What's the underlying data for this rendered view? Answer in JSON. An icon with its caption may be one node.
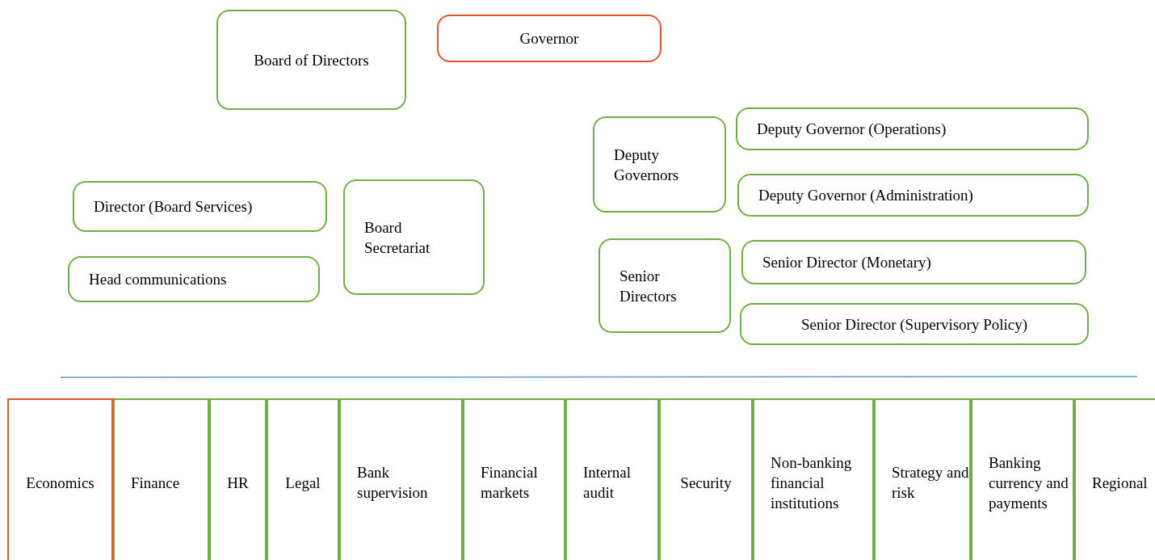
{
  "diagram": {
    "nodes": [
      {
        "text": [
          "Board of Directors"
        ]
      },
      {
        "text": [
          "Governor"
        ]
      },
      {
        "text": [
          "Deputy Governors"
        ]
      },
      {
        "text": [
          "Deputy Governor (Operations)"
        ]
      },
      {
        "text": [
          "Director (Board Services)"
        ]
      },
      {
        "text": [
          "Board Secretariat"
        ]
      },
      {
        "text": [
          "Deputy Governor (Administration)"
        ]
      },
      {
        "text": [
          "Head communications"
        ]
      },
      {
        "text": [
          "Senior Directors"
        ]
      },
      {
        "text": [
          "Senior Director (Monetary)"
        ]
      },
      {
        "text": [
          "Senior Director (Supervisory Policy)"
        ]
      },
      {
        "text": [
          "Economics"
        ]
      },
      {
        "text": [
          "Finance"
        ]
      },
      {
        "text": [
          "HR"
        ]
      },
      {
        "text": [
          "Legal"
        ]
      },
      {
        "text": [
          "Bank supervision"
        ]
      },
      {
        "text": [
          "Financial markets"
        ]
      },
      {
        "text": [
          "Internal audit"
        ]
      },
      {
        "text": [
          "Security"
        ]
      },
      {
        "text": [
          "Non-banking financial institutions"
        ]
      },
      {
        "text": [
          "Strategy and risk"
        ]
      },
      {
        "text": [
          "Banking currency and payments"
        ]
      },
      {
        "text": [
          "Regional"
        ]
      }
    ]
  }
}
